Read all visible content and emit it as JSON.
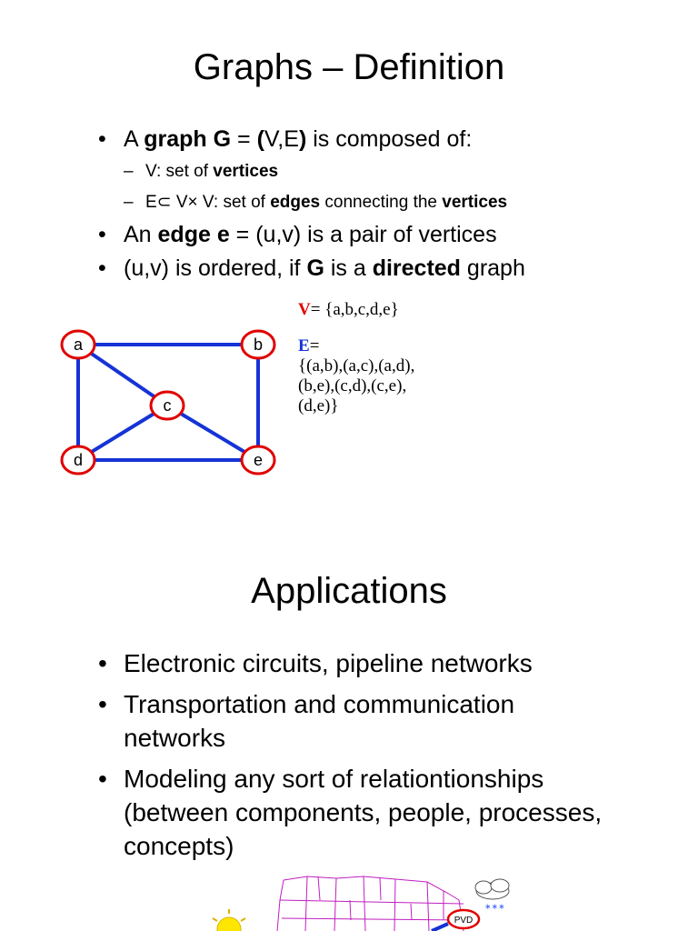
{
  "slide1": {
    "title": "Graphs – Definition",
    "bullets": [
      {
        "parts": [
          "A ",
          "graph G",
          " = ",
          "(",
          "V,E",
          ")",
          " is composed of:"
        ]
      },
      {
        "parts": [
          "An ",
          "edge e",
          " = (u,v) is a pair of vertices"
        ]
      },
      {
        "parts": [
          "(u,v) is ordered, if ",
          "G",
          " is a ",
          "directed",
          " graph"
        ]
      }
    ],
    "sub_bullets": [
      {
        "parts": [
          "V: set of ",
          "vertices"
        ]
      },
      {
        "parts": [
          "E⊂ V× V: set of ",
          "edges",
          " connecting the ",
          "vertices"
        ]
      }
    ],
    "sets": {
      "v_label": "V",
      "v_rest": "= {a,b,c,d,e}",
      "e_label": "E",
      "e_rest": "=",
      "e_lines": [
        "{(a,b),(a,c),(a,d),",
        "(b,e),(c,d),(c,e),",
        "(d,e)}"
      ]
    },
    "graph": {
      "node_labels": [
        "a",
        "b",
        "c",
        "d",
        "e"
      ],
      "edges": [
        [
          "a",
          "b"
        ],
        [
          "a",
          "c"
        ],
        [
          "a",
          "d"
        ],
        [
          "b",
          "e"
        ],
        [
          "c",
          "d"
        ],
        [
          "c",
          "e"
        ],
        [
          "d",
          "e"
        ]
      ],
      "colors": {
        "edge": "#1533d6",
        "node_stroke": "#e00000",
        "node_fill": "#ffffff"
      }
    }
  },
  "slide2": {
    "title": "Applications",
    "bullets": [
      {
        "lines": [
          "Electronic circuits, pipeline networks"
        ]
      },
      {
        "lines": [
          "Transportation and communication",
          "networks"
        ]
      },
      {
        "lines": [
          "Modeling any sort of relationtionships",
          "(between components, people, processes,",
          "concepts)"
        ]
      }
    ],
    "map_label": "PVD"
  }
}
